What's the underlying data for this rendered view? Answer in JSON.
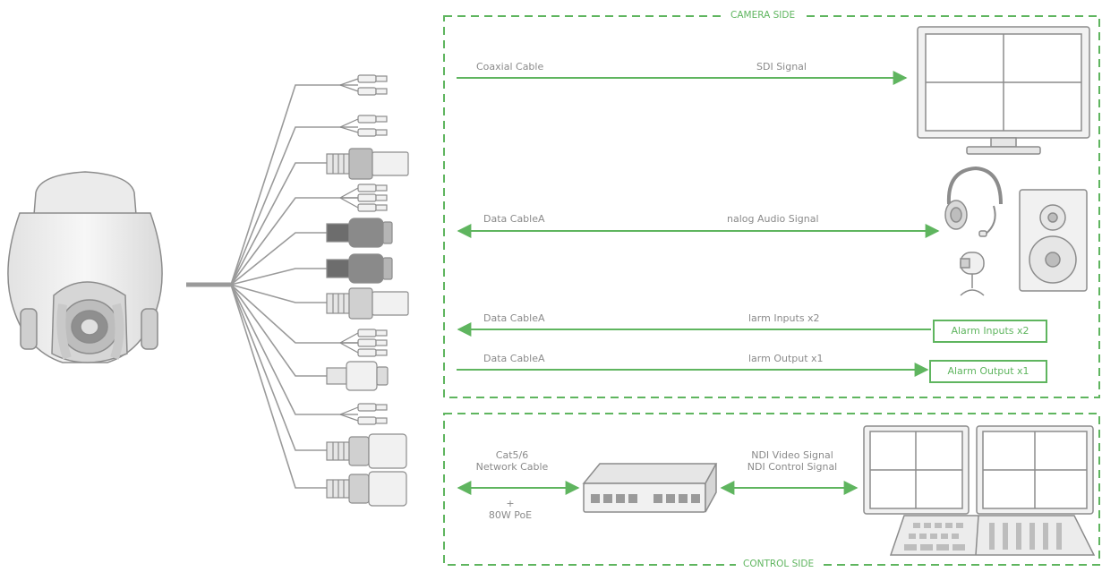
{
  "sections": {
    "camera_side": "CAMERA SIDE",
    "control_side": "CONTROL SIDE"
  },
  "links": {
    "sdi": {
      "left": "Coaxial Cable",
      "right": "SDI Signal"
    },
    "audio": {
      "left": "Data CableA",
      "right": "nalog Audio Signal"
    },
    "alarm_in": {
      "left": "Data CableA",
      "right": "larm Inputs x2"
    },
    "alarm_out": {
      "left": "Data CableA",
      "right": "larm Output x1"
    },
    "network": {
      "line1": "Cat5/6",
      "line2": "Network Cable",
      "plus": "+",
      "poe": "80W PoE"
    },
    "ndi": {
      "line1": "NDI Video Signal",
      "line2": "NDI Control Signal"
    }
  },
  "boxes": {
    "alarm_inputs": "Alarm Inputs x2",
    "alarm_output": "Alarm Output x1"
  },
  "colors": {
    "accent": "#5fb55f",
    "line_gray": "#9a9a9a",
    "device_fill": "#f1f1f1",
    "device_stroke": "#8c8c8c"
  },
  "icons": [
    "ptz-camera-icon",
    "cable-harness-icon",
    "monitor-icon",
    "headset-icon",
    "microphone-icon",
    "speaker-icon",
    "network-switch-icon",
    "dual-monitor-icon",
    "control-console-icon"
  ]
}
